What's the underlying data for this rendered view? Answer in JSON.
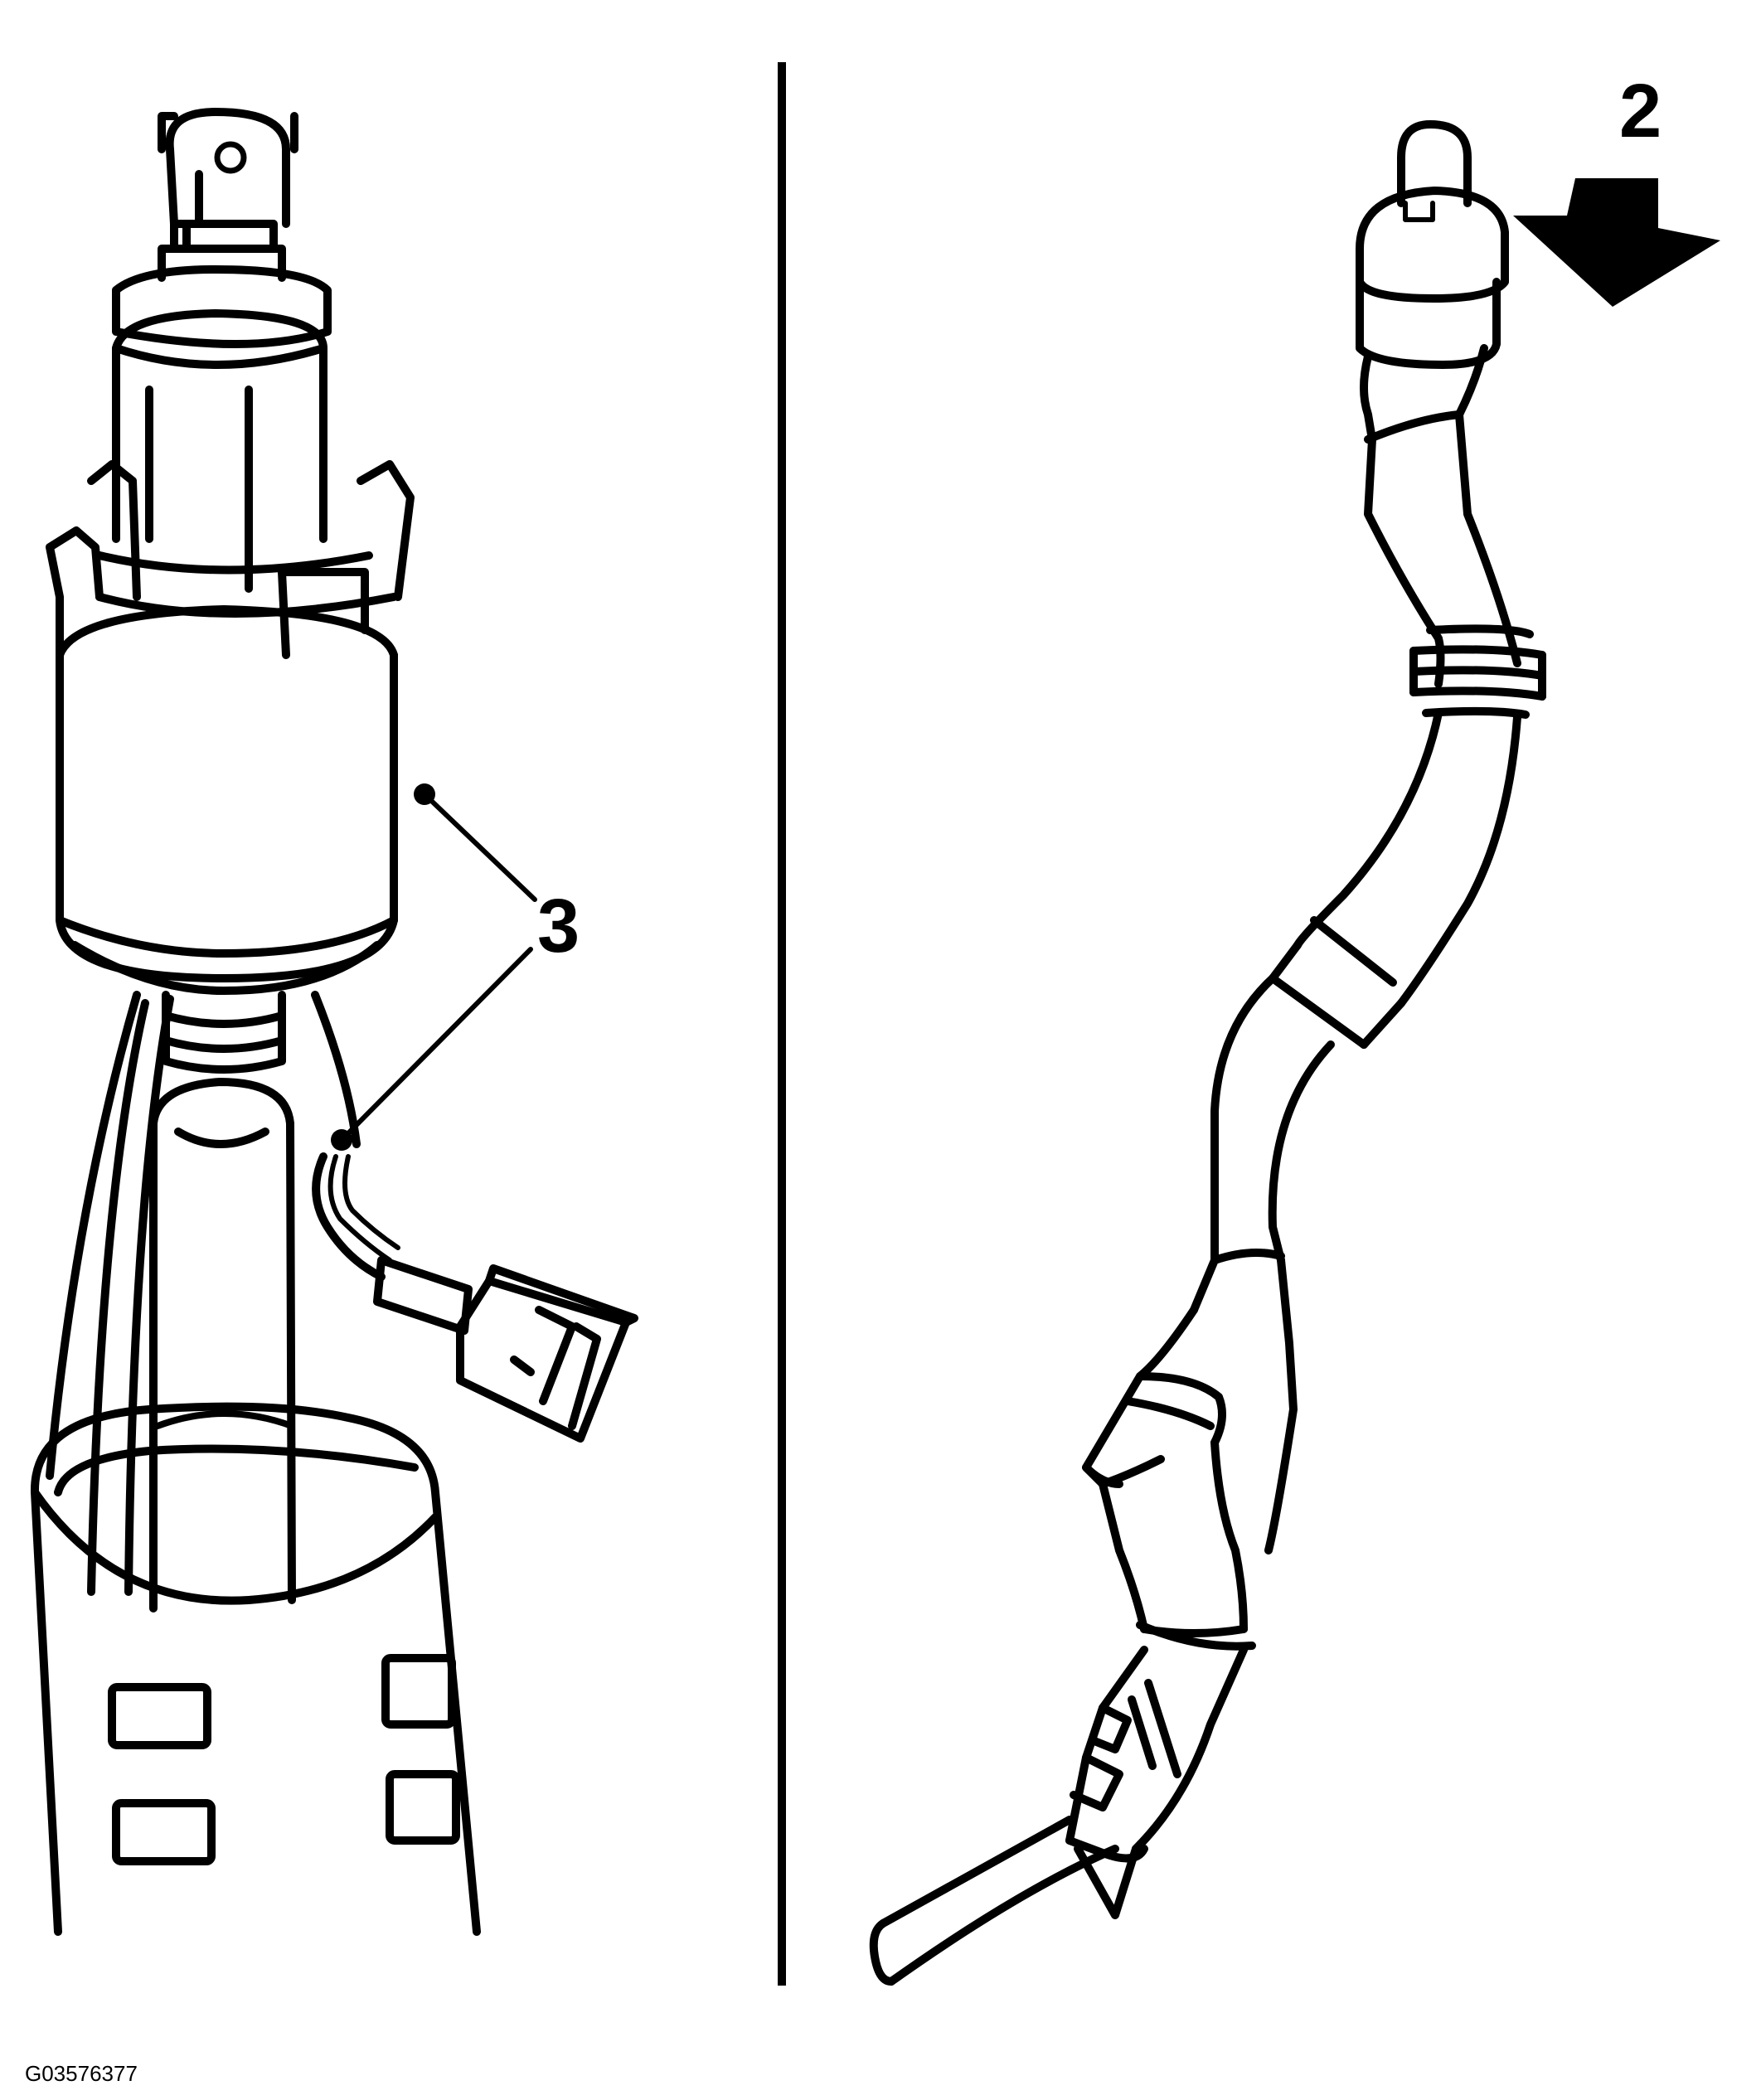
{
  "figure_id": "G03576377",
  "callouts": {
    "arrow_label": "2",
    "sensor_label": "3"
  },
  "colors": {
    "line": "#000000",
    "background": "#ffffff"
  }
}
